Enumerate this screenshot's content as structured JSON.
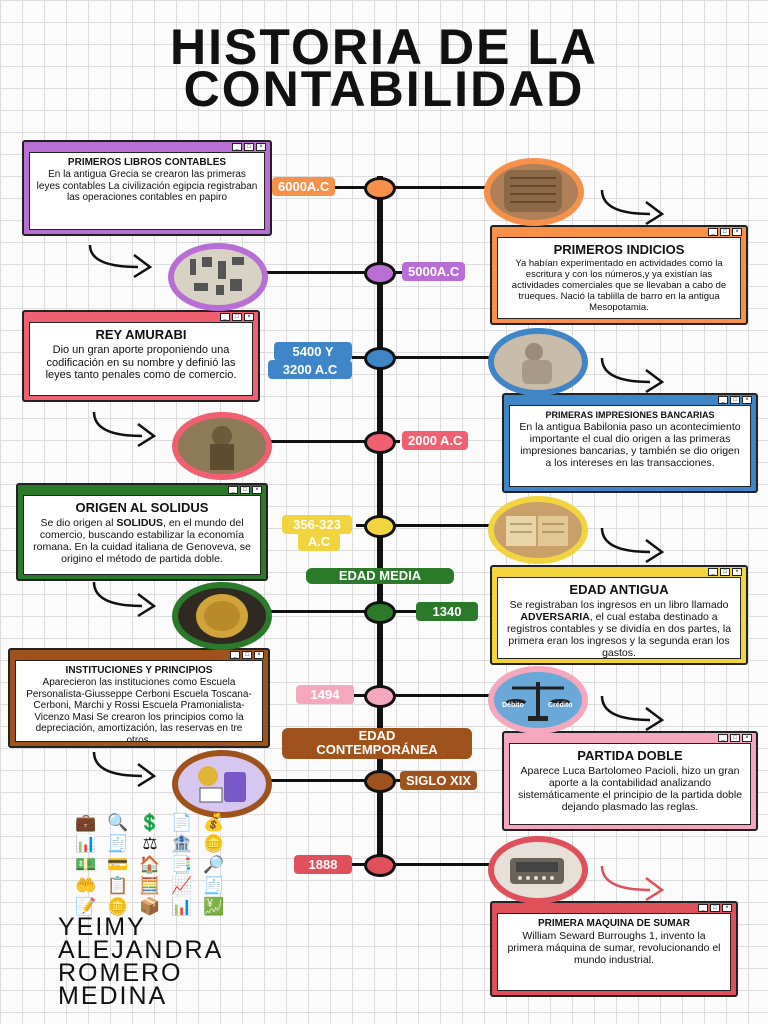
{
  "title_line1": "HISTORIA DE LA",
  "title_line2": "CONTABILIDAD",
  "dates": {
    "d1": "6000A.C",
    "d2": "5000A.C",
    "d3a": "5400 Y",
    "d3b": "3200 A.C",
    "d4": "2000 A.C",
    "d5a": "356-323",
    "d5b": "A.C",
    "d6": "1340",
    "d7": "1494",
    "d8": "SIGLO XIX",
    "d9": "1888"
  },
  "eras": {
    "media": "EDAD MEDIA",
    "contemp1": "EDAD",
    "contemp2": "CONTEMPORÁNEA"
  },
  "boxes": {
    "primeros_libros": {
      "title": "PRIMEROS LIBROS CONTABLES",
      "text": "En la antigua Grecia se crearon las primeras leyes contables La civilización egipcia registraban las operaciones contables en papiro"
    },
    "primeros_indicios": {
      "title": "PRIMEROS INDICIOS",
      "text": "Ya habían experimentado en actividades como la escritura y con los números,y ya existían las actividades comerciales que se llevaban a cabo de trueques. Nació la tablilla de barro en la antigua Mesopotamia."
    },
    "rey_amurabi": {
      "title": "REY AMURABI",
      "text": "Dio un gran aporte proponiendo una codificación en su nombre y definió las leyes tanto penales como de comercio."
    },
    "impresiones_bancarias": {
      "title": "PRIMERAS IMPRESIONES BANCARIAS",
      "text": "En la antigua Babilonia paso un acontecimiento importante el cual dio origen a las primeras impresiones bancarias, y también se dio origen a los intereses en las transacciones."
    },
    "origen_solidus": {
      "title": "ORIGEN AL SOLIDUS",
      "text_a": "Se dio origen al ",
      "text_b": "SOLIDUS",
      "text_c": ", en el mundo del comercio, buscando estabilizar la economía romana. En la cuidad italiana de Genoveva, se origino el método de partida doble."
    },
    "edad_antigua": {
      "title": "EDAD ANTIGUA",
      "text_a": "Se registraban los ingresos en un libro llamado ",
      "text_b": "ADVERSARIA",
      "text_c": ", el cual estaba destinado a registros contables y se dividía en dos partes, la primera eran los ingresos y la segunda eran los gastos."
    },
    "instituciones": {
      "title": "INSTITUCIONES Y PRINCIPIOS",
      "text": "Aparecieron las instituciones como Escuela Personalista-Giusseppe Cerboni Escuela Toscana-Cerboni, Marchi y Rossi Escuela Pramonialista-Vicenzo Masi Se crearon los principios como la depreciación, amortización, las reservas en tre otros."
    },
    "partida_doble": {
      "title": "PARTIDA DOBLE",
      "text": "Aparece Luca Bartolomeo Pacioli, hizo un gran aporte a la contabilidad analizando sistemáticamente el principio de la partida doble dejando plasmado las reglas."
    },
    "maquina_sumar": {
      "title": "PRIMERA MAQUINA DE SUMAR",
      "text": "William Seward Burroughs 1, invento la primera máquina de sumar, revolucionando el mundo industrial."
    }
  },
  "balance_labels": {
    "left": "Débito",
    "right": "Crédito"
  },
  "author": [
    "YEIMY",
    "ALEJANDRA",
    "ROMERO",
    "MEDINA"
  ],
  "icon_glyphs": [
    "💼",
    "🔍",
    "💲",
    "📄",
    "💰",
    "📊",
    "🧾",
    "⚖",
    "🏦",
    "🪙",
    "💵",
    "💳",
    "🏠",
    "📑",
    "🔎",
    "🤲",
    "📋",
    "🧮",
    "📈",
    "🧾",
    "📝",
    "🪙",
    "📦",
    "📊",
    "💹"
  ],
  "colors": {
    "orange": "#f7914a",
    "purple": "#b96ed6",
    "blue": "#3f86c8",
    "red": "#f06070",
    "yellow": "#f2d43e",
    "green": "#2a7a2a",
    "pink": "#f4a7bd",
    "brown": "#a0521c",
    "dred": "#e0505a"
  }
}
